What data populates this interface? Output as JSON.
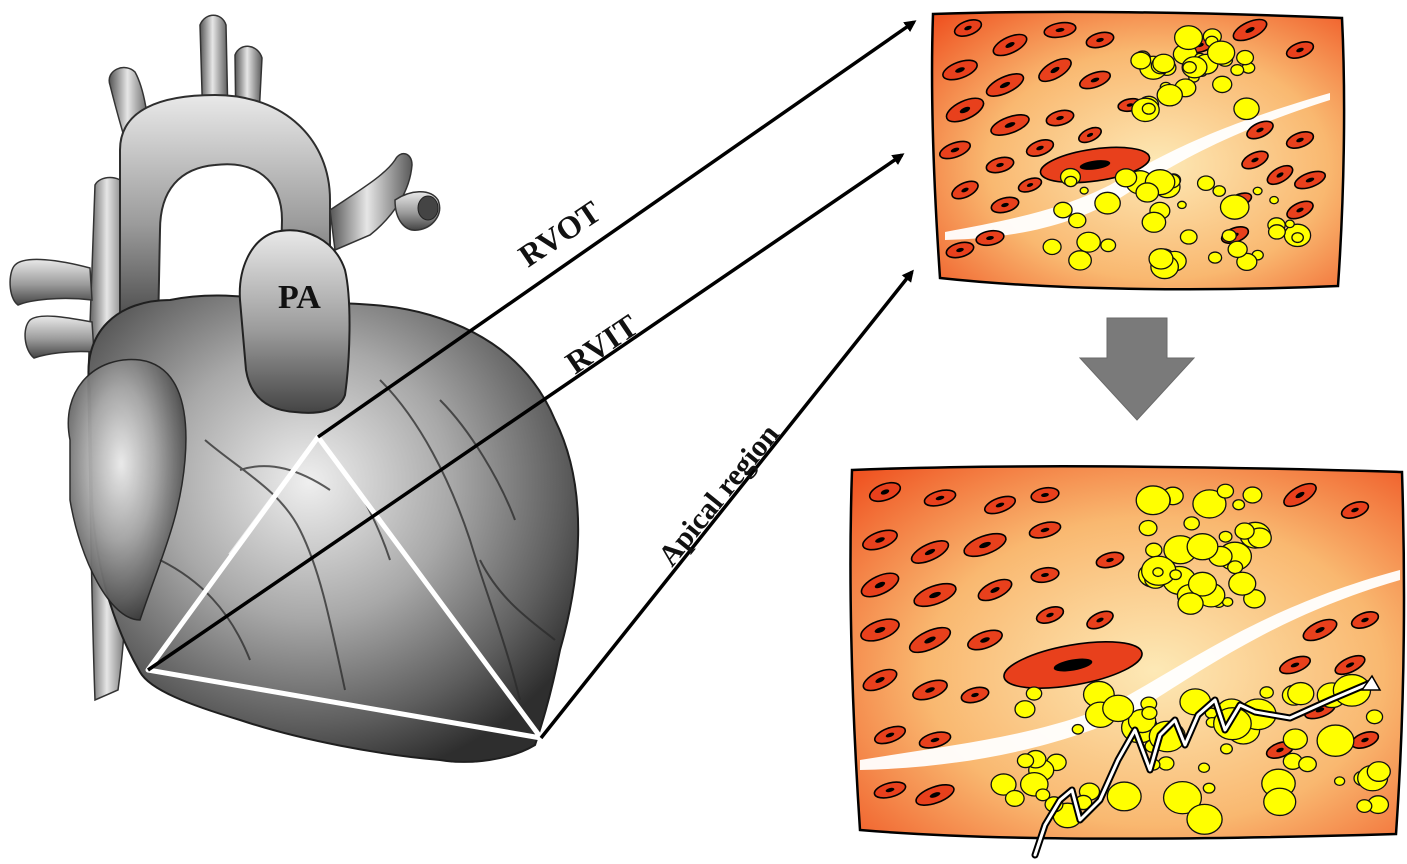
{
  "labels": {
    "pa": "PA",
    "rvot": "RVOT",
    "rvit": "RVIT",
    "apical": "Apical region"
  },
  "colors": {
    "tissue_edge": "#f05a22",
    "tissue_center": "#fde3a7",
    "myocyte_fill": "#e8401c",
    "fat_fill": "#ffff00",
    "fibrosis": "#ffffff",
    "heart_dark": "#3a3a3a",
    "heart_mid": "#8a8a8a",
    "heart_light": "#e2e2e2",
    "arrow": "#000000",
    "down_arrow": "#7a7a7a"
  },
  "icons": {
    "heart": "heart-illustration",
    "down_arrow": "down-arrow-icon",
    "conduction_path": "zigzag-conduction-icon"
  }
}
